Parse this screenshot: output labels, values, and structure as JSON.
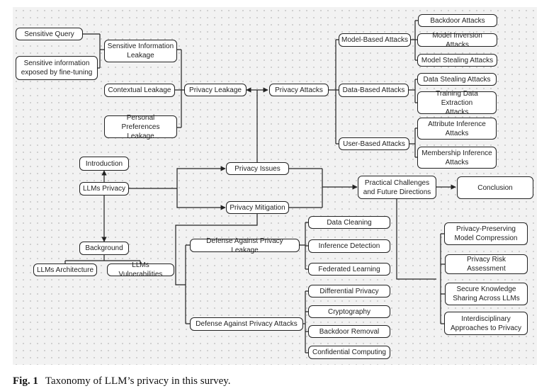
{
  "diagram": {
    "root": {
      "llms_privacy": "LLMs Privacy",
      "introduction": "Introduction",
      "background": "Background",
      "llms_architecture": "LLMs Architecture",
      "llms_vulnerabilities": "LLMs Vulnerabilities",
      "conclusion": "Conclusion"
    },
    "issues": {
      "privacy_issues": "Privacy Issues",
      "privacy_leakage": "Privacy Leakage",
      "sensitive_information_leakage": "Sensitive Information\nLeakage",
      "sensitive_query": "Sensitive Query",
      "sensitive_fine_tuning": "Sensitive information\nexposed by fine-tuning",
      "contextual_leakage": "Contextual Leakage",
      "personal_preferences_leakage": "Personal Preferences\nLeakage",
      "privacy_attacks": "Privacy Attacks",
      "model_based_attacks": "Model-Based Attacks",
      "backdoor_attacks": "Backdoor Attacks",
      "model_inversion_attacks": "Model Inversion Attacks",
      "model_stealing_attacks": "Model Stealing Attacks",
      "data_based_attacks": "Data-Based Attacks",
      "data_stealing_attacks": "Data Stealing Attacks",
      "training_data_extraction_attacks": "Training Data Extraction\nAttacks",
      "user_based_attacks": "User-Based Attacks",
      "attribute_inference_attacks": "Attribute Inference\nAttacks",
      "membership_inference_attacks": "Membership Inference\nAttacks"
    },
    "mitigation": {
      "privacy_mitigation": "Privacy Mitigation",
      "defense_privacy_leakage": "Defense Against Privacy Leakage",
      "data_cleaning": "Data Cleaning",
      "inference_detection": "Inference Detection",
      "federated_learning": "Federated Learning",
      "defense_privacy_attacks": "Defense Against Privacy Attacks",
      "differential_privacy": "Differential Privacy",
      "cryptography": "Cryptography",
      "backdoor_removal": "Backdoor Removal",
      "confidential_computing": "Confidential Computing"
    },
    "future": {
      "practical_challenges": "Practical Challenges\nand Future Directions",
      "privacy_preserving_compression": "Privacy-Preserving\nModel Compression",
      "privacy_risk_assessment": "Privacy Risk Assessment",
      "secure_knowledge_sharing": "Secure Knowledge\nSharing Across LLMs",
      "interdisciplinary_approaches": "Interdisciplinary\nApproaches to Privacy"
    }
  },
  "caption": {
    "label": "Fig. 1",
    "text": "Taxonomy of LLM’s privacy in this survey."
  }
}
